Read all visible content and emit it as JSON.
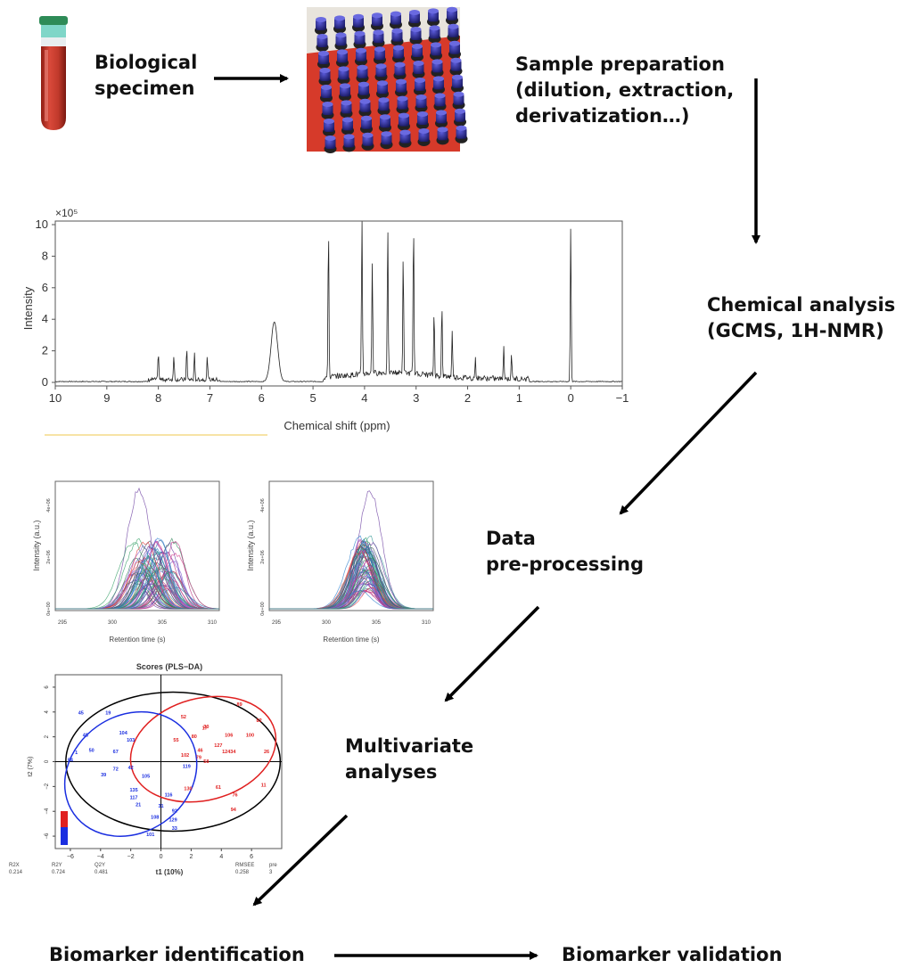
{
  "steps": {
    "specimen": {
      "line1": "Biological",
      "line2": "specimen"
    },
    "sample_prep": {
      "line1": "Sample preparation",
      "line2": "(dilution, extraction,",
      "line3": "derivatization…)"
    },
    "chemical": {
      "line1": "Chemical analysis",
      "line2": "(GCMS, 1H-NMR)"
    },
    "preprocessing": {
      "line1": "Data",
      "line2": "pre-processing"
    },
    "multivariate": {
      "line1": "Multivariate",
      "line2": "analyses"
    },
    "biomarker_id": {
      "label": "Biomarker identification"
    },
    "biomarker_val": {
      "label": "Biomarker validation"
    }
  },
  "icons": [
    "blood-tube-icon",
    "sample-vial-rack-photo"
  ],
  "colors": {
    "text": "#111111",
    "arrow": "#000000",
    "tube_blood": "#c0392b",
    "tube_cap": "#2e8b57",
    "vial_cap": "#2a2a8a",
    "rack": "#d63a2a",
    "class1": "#e02020",
    "class2": "#1a2ee0"
  },
  "chart_data": [
    {
      "type": "line",
      "title": "",
      "xlabel": "Chemical shift (ppm)",
      "ylabel": "Intensity",
      "multiplier": "×10⁵",
      "xlim": [
        10,
        -1
      ],
      "ylim": [
        0,
        10
      ],
      "x_ticks": [
        "10",
        "9",
        "8",
        "7",
        "6",
        "5",
        "4",
        "3",
        "2",
        "1",
        "0",
        "−1"
      ],
      "y_ticks": [
        "0",
        "2",
        "4",
        "6",
        "8",
        "10"
      ],
      "peaks": [
        {
          "x": 8.0,
          "y": 1.8
        },
        {
          "x": 7.7,
          "y": 1.6
        },
        {
          "x": 7.45,
          "y": 2.0
        },
        {
          "x": 7.3,
          "y": 1.6
        },
        {
          "x": 7.05,
          "y": 1.5
        },
        {
          "x": 5.75,
          "y": 3.8
        },
        {
          "x": 4.7,
          "y": 10.0
        },
        {
          "x": 4.05,
          "y": 10.0
        },
        {
          "x": 3.85,
          "y": 7.2
        },
        {
          "x": 3.55,
          "y": 9.5
        },
        {
          "x": 3.25,
          "y": 7.6
        },
        {
          "x": 3.05,
          "y": 10.0
        },
        {
          "x": 2.65,
          "y": 4.2
        },
        {
          "x": 2.5,
          "y": 4.6
        },
        {
          "x": 2.3,
          "y": 3.0
        },
        {
          "x": 1.85,
          "y": 1.2
        },
        {
          "x": 1.3,
          "y": 2.1
        },
        {
          "x": 1.15,
          "y": 1.6
        },
        {
          "x": 0.0,
          "y": 10.0
        }
      ]
    },
    {
      "type": "line",
      "xlabel": "Retention time (s)",
      "ylabel": "Intensity (a.u.)",
      "x_ticks": [
        "295",
        "300",
        "305",
        "310"
      ],
      "y_ticks": [
        "0e+00",
        "2e+06",
        "4e+06"
      ]
    },
    {
      "type": "line",
      "xlabel": "Retention time (s)",
      "ylabel": "Intensity (a.u.)",
      "x_ticks": [
        "295",
        "300",
        "305",
        "310"
      ],
      "y_ticks": [
        "0e+00",
        "2e+06",
        "4e+06"
      ]
    },
    {
      "type": "scatter",
      "title": "Scores (PLS−DA)",
      "xlabel": "t1 (10%)",
      "ylabel": "t2 (7%)",
      "x_ticks": [
        "−6",
        "−4",
        "−2",
        "0",
        "2",
        "4",
        "6"
      ],
      "y_ticks": [
        "6",
        "4",
        "2",
        "0",
        "−2",
        "−4",
        "−6"
      ],
      "xlim": [
        -7,
        8
      ],
      "ylim": [
        -7,
        7
      ],
      "stats": {
        "headers": [
          "R2X",
          "R2Y",
          "Q2Y",
          "RMSEE",
          "pre"
        ],
        "values": [
          "0.214",
          "0.724",
          "0.481",
          "0.258",
          "3"
        ]
      },
      "series": [
        {
          "color": "#e02020",
          "points": [
            {
              "x": 5.2,
              "y": 4.5,
              "label": "89"
            },
            {
              "x": 1.5,
              "y": 3.5,
              "label": "52"
            },
            {
              "x": 3.0,
              "y": 2.7,
              "label": "30"
            },
            {
              "x": 2.9,
              "y": 2.6,
              "label": "17"
            },
            {
              "x": 4.5,
              "y": 2.0,
              "label": "106"
            },
            {
              "x": 5.9,
              "y": 2.0,
              "label": "100"
            },
            {
              "x": 6.5,
              "y": 3.2,
              "label": "82"
            },
            {
              "x": 3.8,
              "y": 1.2,
              "label": "127"
            },
            {
              "x": 4.5,
              "y": 0.7,
              "label": "12434"
            },
            {
              "x": 7.0,
              "y": 0.7,
              "label": "26"
            },
            {
              "x": 2.2,
              "y": 1.9,
              "label": "80"
            },
            {
              "x": 1.0,
              "y": 1.6,
              "label": "55"
            },
            {
              "x": 2.6,
              "y": 0.8,
              "label": "46"
            },
            {
              "x": 2.5,
              "y": 0.2,
              "label": "79"
            },
            {
              "x": 3.0,
              "y": -0.1,
              "label": "58"
            },
            {
              "x": 1.8,
              "y": -2.3,
              "label": "130"
            },
            {
              "x": 3.8,
              "y": -2.2,
              "label": "61"
            },
            {
              "x": 6.8,
              "y": -2.0,
              "label": "11"
            },
            {
              "x": 4.9,
              "y": -2.8,
              "label": "76"
            },
            {
              "x": 4.8,
              "y": -4.0,
              "label": "94"
            },
            {
              "x": 1.6,
              "y": 0.4,
              "label": "102"
            }
          ]
        },
        {
          "color": "#1a2ee0",
          "points": [
            {
              "x": -5.3,
              "y": 3.8,
              "label": "45"
            },
            {
              "x": -3.5,
              "y": 3.8,
              "label": "19"
            },
            {
              "x": -5.0,
              "y": 2.0,
              "label": "48"
            },
            {
              "x": -2.5,
              "y": 2.2,
              "label": "104"
            },
            {
              "x": -2.0,
              "y": 1.6,
              "label": "103"
            },
            {
              "x": -5.6,
              "y": 0.6,
              "label": "1"
            },
            {
              "x": -3.0,
              "y": 0.7,
              "label": "67"
            },
            {
              "x": -6.0,
              "y": 0.0,
              "label": "54"
            },
            {
              "x": -4.6,
              "y": 0.8,
              "label": "50"
            },
            {
              "x": -3.0,
              "y": -0.7,
              "label": "72"
            },
            {
              "x": -3.8,
              "y": -1.2,
              "label": "39"
            },
            {
              "x": -2.0,
              "y": -0.6,
              "label": "42"
            },
            {
              "x": -1.0,
              "y": -1.3,
              "label": "105"
            },
            {
              "x": -1.8,
              "y": -2.4,
              "label": "135"
            },
            {
              "x": -1.8,
              "y": -3.0,
              "label": "117"
            },
            {
              "x": -1.5,
              "y": -3.6,
              "label": "21"
            },
            {
              "x": 0.0,
              "y": -3.7,
              "label": "31"
            },
            {
              "x": 0.9,
              "y": -4.1,
              "label": "92"
            },
            {
              "x": -0.4,
              "y": -4.6,
              "label": "108"
            },
            {
              "x": 0.8,
              "y": -4.8,
              "label": "129"
            },
            {
              "x": 0.9,
              "y": -5.5,
              "label": "33"
            },
            {
              "x": -0.7,
              "y": -6.0,
              "label": "101"
            },
            {
              "x": 1.7,
              "y": -0.5,
              "label": "119"
            },
            {
              "x": 0.5,
              "y": -2.8,
              "label": "116"
            }
          ]
        }
      ]
    }
  ]
}
